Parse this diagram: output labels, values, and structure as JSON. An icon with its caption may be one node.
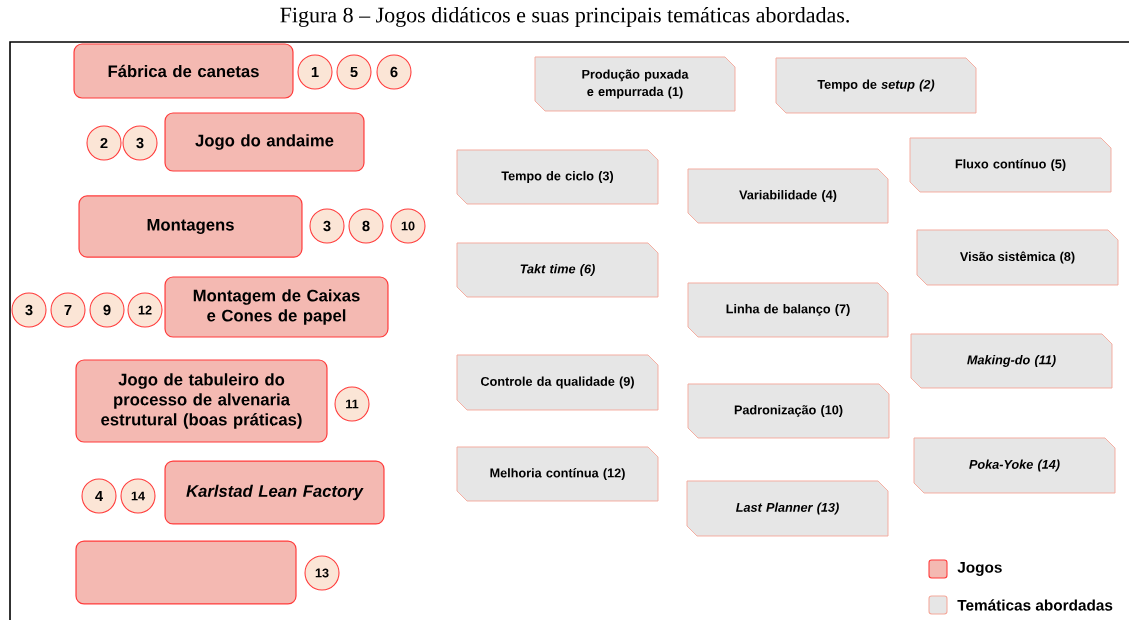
{
  "diagram": {
    "title": "Figura 8 – Jogos didáticos e suas principais temáticas abordadas.",
    "nodes": [
      {
        "text": [
          "Fábrica de canetas"
        ]
      },
      {
        "text": [
          "1"
        ]
      },
      {
        "text": [
          "5"
        ]
      },
      {
        "text": [
          "6"
        ]
      },
      {
        "text": [
          "2"
        ]
      },
      {
        "text": [
          "3"
        ]
      },
      {
        "text": [
          "Jogo do andaime"
        ]
      },
      {
        "text": [
          "Montagens"
        ]
      },
      {
        "text": [
          "3"
        ]
      },
      {
        "text": [
          "8"
        ]
      },
      {
        "text": [
          "10"
        ]
      },
      {
        "text": [
          "3"
        ]
      },
      {
        "text": [
          "7"
        ]
      },
      {
        "text": [
          "9"
        ]
      },
      {
        "text": [
          "12"
        ]
      },
      {
        "text": [
          "Montagem de Caixas e Cones de papel"
        ]
      },
      {
        "text": [
          "Jogo de tabuleiro do processo de alvenaria estrutural (boas práticas)"
        ]
      },
      {
        "text": [
          "11"
        ]
      },
      {
        "text": [
          "4"
        ]
      },
      {
        "text": [
          "14"
        ]
      },
      {
        "text": [
          "Karlstad Lean Factory"
        ]
      },
      {
        "text": [],
        "shape": "box"
      },
      {
        "text": [
          "13"
        ]
      },
      {
        "text": [
          "Produção puxada e empurrada (1)"
        ]
      },
      {
        "text": [
          "Tempo de *setup (2)*"
        ]
      },
      {
        "text": [
          "Tempo de ciclo (3)"
        ]
      },
      {
        "text": [
          "Fluxo contínuo (5)"
        ]
      },
      {
        "text": [
          "Variabilidade (4)"
        ]
      },
      {
        "text": [
          "Takt time (6)"
        ]
      },
      {
        "text": [
          "Visão sistêmica (8)"
        ]
      },
      {
        "text": [
          "Linha de balanço (7)"
        ]
      },
      {
        "text": [
          "Making-do (11)"
        ]
      },
      {
        "text": [
          "Controle da qualidade (9)"
        ]
      },
      {
        "text": [
          "Padronização (10)"
        ]
      },
      {
        "text": [
          "Poka-Yoke (14)"
        ]
      },
      {
        "text": [
          "Melhoria contínua (12)"
        ]
      },
      {
        "text": [
          "Last Planner (13)"
        ]
      }
    ],
    "legend": [
      {
        "text": "Jogos",
        "color": "#f4b9b2"
      },
      {
        "text": "Temáticas abordadas",
        "color": "#e6e6e6"
      }
    ]
  }
}
